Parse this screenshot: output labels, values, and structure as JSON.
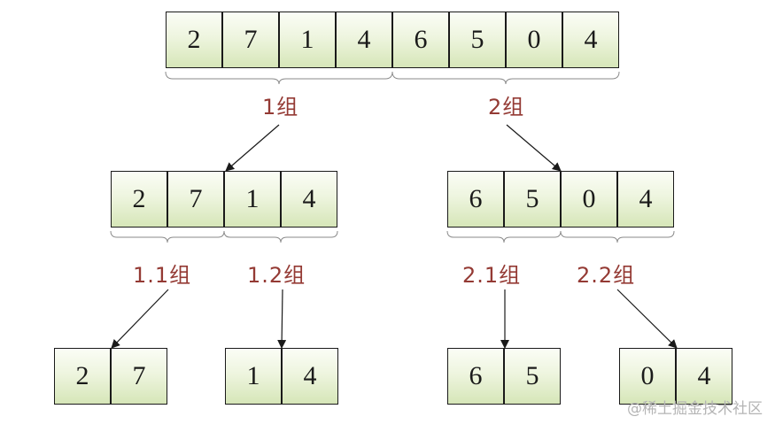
{
  "diagram": {
    "top_row": [
      "2",
      "7",
      "1",
      "4",
      "6",
      "5",
      "0",
      "4"
    ],
    "level1": {
      "left_values": [
        "2",
        "7",
        "1",
        "4"
      ],
      "right_values": [
        "6",
        "5",
        "0",
        "4"
      ],
      "labels": [
        "1组",
        "2组"
      ]
    },
    "level2": {
      "labels": [
        "1.1组",
        "1.2组",
        "2.1组",
        "2.2组"
      ]
    },
    "level3": {
      "groups": [
        [
          "2",
          "7"
        ],
        [
          "1",
          "4"
        ],
        [
          "6",
          "5"
        ],
        [
          "0",
          "4"
        ]
      ]
    },
    "colors": {
      "cell_border": "#1a1a1a",
      "cell_fill_top": "#fbfdf6",
      "cell_fill_bottom": "#d6e6b8",
      "label_text": "#943a34",
      "brace": "#8a8a8a",
      "arrow": "#1a1a1a"
    }
  },
  "watermark": {
    "text": "@稀土掘金技术社区"
  }
}
